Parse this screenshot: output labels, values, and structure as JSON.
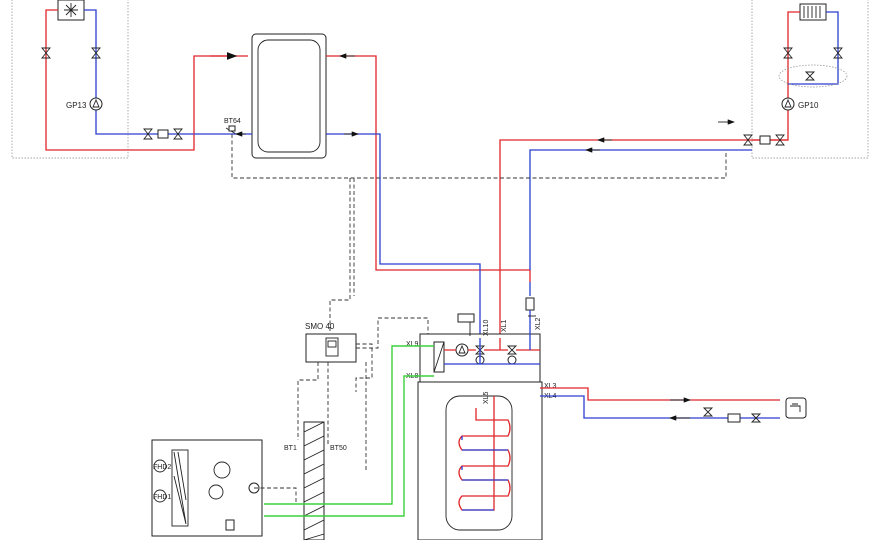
{
  "labels": {
    "gp13": "GP13",
    "gp10": "GP10",
    "bt64": "BT64",
    "smo40": "SMO 40",
    "bt1": "BT1",
    "bt50": "BT50",
    "xl9": "XL9",
    "xl8": "XL8",
    "xl10": "XL10",
    "xl1": "XL1",
    "xl2": "XL2",
    "xl3": "XL3",
    "xl4": "XL4",
    "xl5": "XL5",
    "fhd2": "FHD2",
    "fhd1": "FHD1"
  },
  "colors": {
    "supply": "#e0262a",
    "return": "#2a3fd0",
    "brine": "#3bd13b",
    "signal": "#333333"
  },
  "icons": {
    "fan_coil": "fan-coil-icon",
    "radiator": "radiator-icon",
    "tap": "water-tap-icon"
  }
}
